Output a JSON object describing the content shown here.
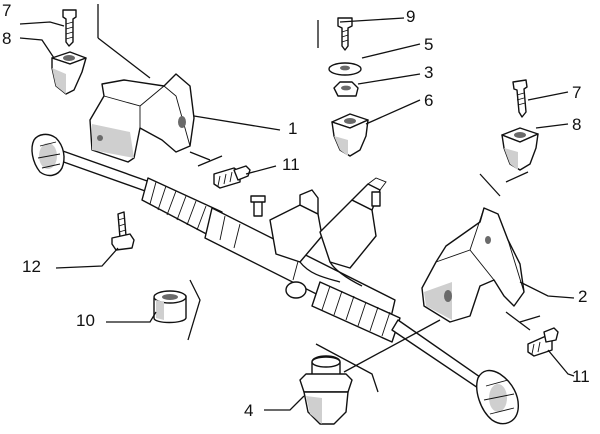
{
  "diagram": {
    "callouts": {
      "c1": "1",
      "c2": "2",
      "c3": "3",
      "c4": "4",
      "c5": "5",
      "c6": "6",
      "c7_left": "7",
      "c7_right": "7",
      "c8_left": "8",
      "c8_right": "8",
      "c9": "9",
      "c10": "10",
      "c11_upper": "11",
      "c11_lower": "11",
      "c12": "12"
    }
  }
}
